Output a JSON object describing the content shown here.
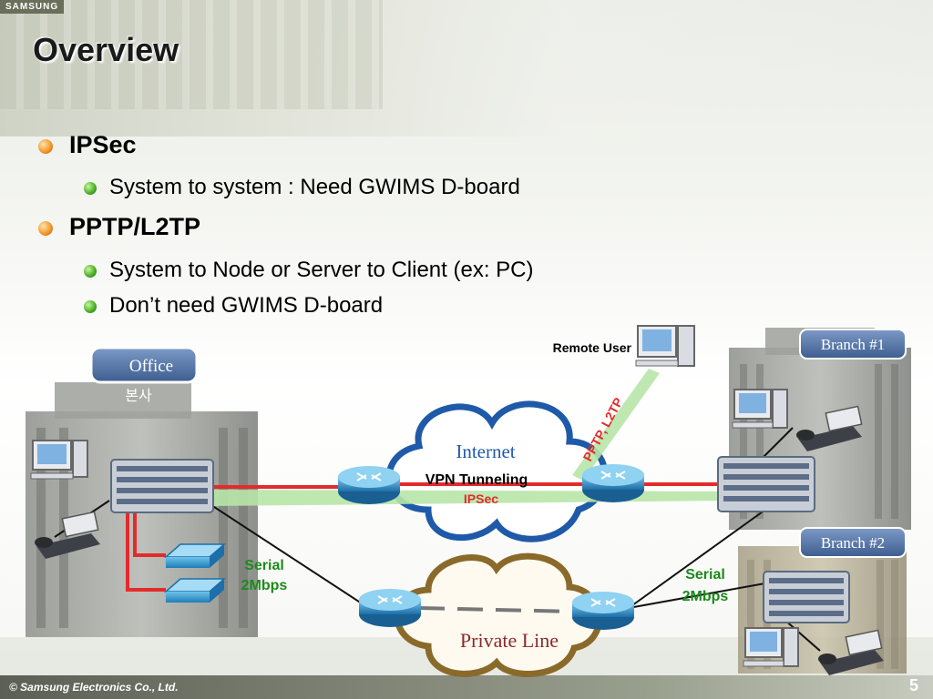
{
  "header": {
    "brand": "SAMSUNG",
    "title": "Overview"
  },
  "bullets": [
    {
      "text": "IPSec",
      "children": [
        "System to system : Need GWIMS D-board"
      ]
    },
    {
      "text": "PPTP/L2TP",
      "children": [
        "System to Node or Server to Client (ex: PC)",
        "Don’t need GWIMS D-board"
      ]
    }
  ],
  "diagram": {
    "office_label": "Office",
    "office_korean": "본사",
    "branch1_label": "Branch #1",
    "branch2_label": "Branch #2",
    "remote_user_label": "Remote User",
    "internet_label": "Internet",
    "vpn_label": "VPN Tunneling",
    "ipsec_label": "IPSec",
    "pptp_label": "PPTP, L2TP",
    "serial_left": {
      "line1": "Serial",
      "line2": "2Mbps"
    },
    "serial_right": {
      "line1": "Serial",
      "line2": "2Mbps"
    },
    "private_line_label": "Private Line"
  },
  "footer": {
    "copyright": "© Samsung Electronics Co., Ltd.",
    "page_number": "5"
  },
  "colors": {
    "title": "#1a1a1a",
    "accent_red": "#e32b2b",
    "tunnel_green": "#9fd98a",
    "label_green": "#1c8a1c",
    "router_blue": "#2f8fc7",
    "box_blue": "#4d6fa1"
  }
}
